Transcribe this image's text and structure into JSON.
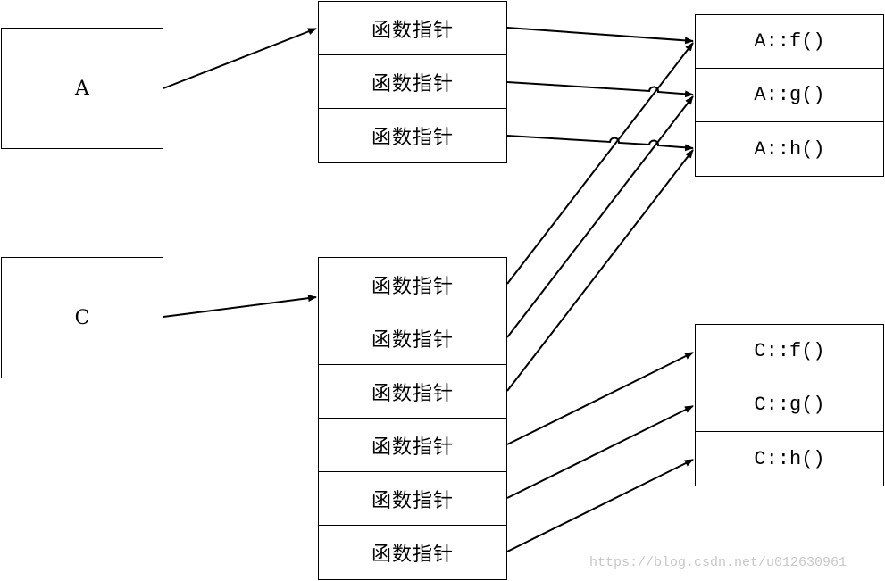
{
  "objects": {
    "a": {
      "label": "A"
    },
    "c": {
      "label": "C"
    }
  },
  "vtable_a": {
    "entries": [
      "函数指针",
      "函数指针",
      "函数指针"
    ]
  },
  "vtable_c": {
    "entries": [
      "函数指针",
      "函数指针",
      "函数指针",
      "函数指针",
      "函数指针",
      "函数指针"
    ]
  },
  "functions_a": {
    "entries": [
      "A::f()",
      "A::g()",
      "A::h()"
    ]
  },
  "functions_c": {
    "entries": [
      "C::f()",
      "C::g()",
      "C::h()"
    ]
  },
  "watermark": "https://blog.csdn.net/u012630961"
}
